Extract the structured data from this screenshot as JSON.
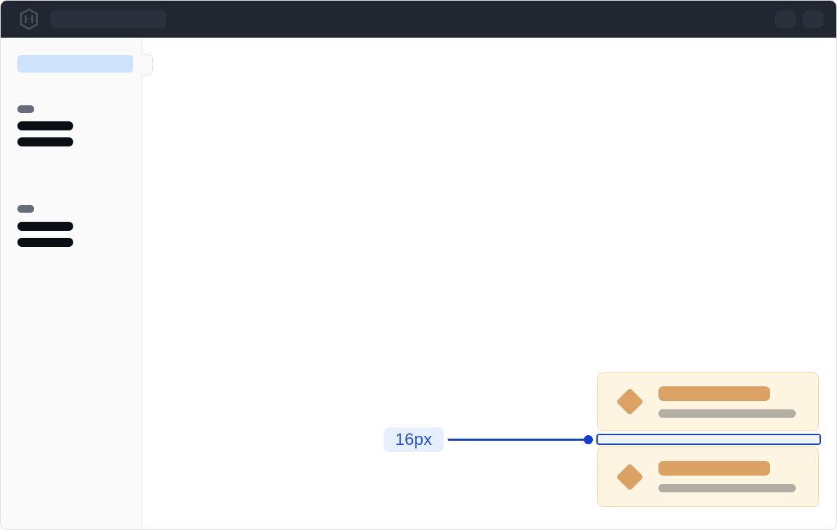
{
  "topbar": {
    "logo_icon": "hashicorp-logo",
    "search_skeleton": "search-pill-placeholder",
    "actions": [
      {
        "icon": "topbar-action-placeholder-1"
      },
      {
        "icon": "topbar-action-placeholder-2"
      }
    ]
  },
  "sidebar": {
    "selected_item": {
      "type": "skeleton-selected-nav-item"
    },
    "toggle": {
      "icon": "sidebar-collapse-toggle"
    },
    "groups": [
      {
        "label": "skeleton-section-label",
        "items": [
          "skeleton-nav-item",
          "skeleton-nav-item"
        ]
      },
      {
        "label": "skeleton-section-label",
        "items": [
          "skeleton-nav-item",
          "skeleton-nav-item"
        ]
      }
    ]
  },
  "main": {
    "cards": [
      {
        "icon": "diamond-icon",
        "title": "skeleton-title-bar",
        "subtitle": "skeleton-subtitle-bar"
      },
      {
        "icon": "diamond-icon",
        "title": "skeleton-title-bar",
        "subtitle": "skeleton-subtitle-bar"
      }
    ],
    "annotation": {
      "label": "16px",
      "target": "gap-between-cards"
    }
  },
  "colors": {
    "topbar_bg": "#212630",
    "topbar_pill": "#2b313c",
    "logo": "#4a5160",
    "sidebar_bg": "#fafafa",
    "border": "#e3e3e6",
    "selected_item_bg": "#cde3fb",
    "section_label": "#686e79",
    "nav_skeleton": "#0b0e13",
    "card_bg": "#fdf5e1",
    "card_border": "#f2ddaa",
    "card_accent": "#dca263",
    "card_muted": "#b3aea3",
    "annotation_blue": "#1240cc",
    "annotation_label_text": "#1c4fdd",
    "annotation_label_bg": "#e8effc",
    "annotation_strip_bg": "#eef3fc"
  }
}
